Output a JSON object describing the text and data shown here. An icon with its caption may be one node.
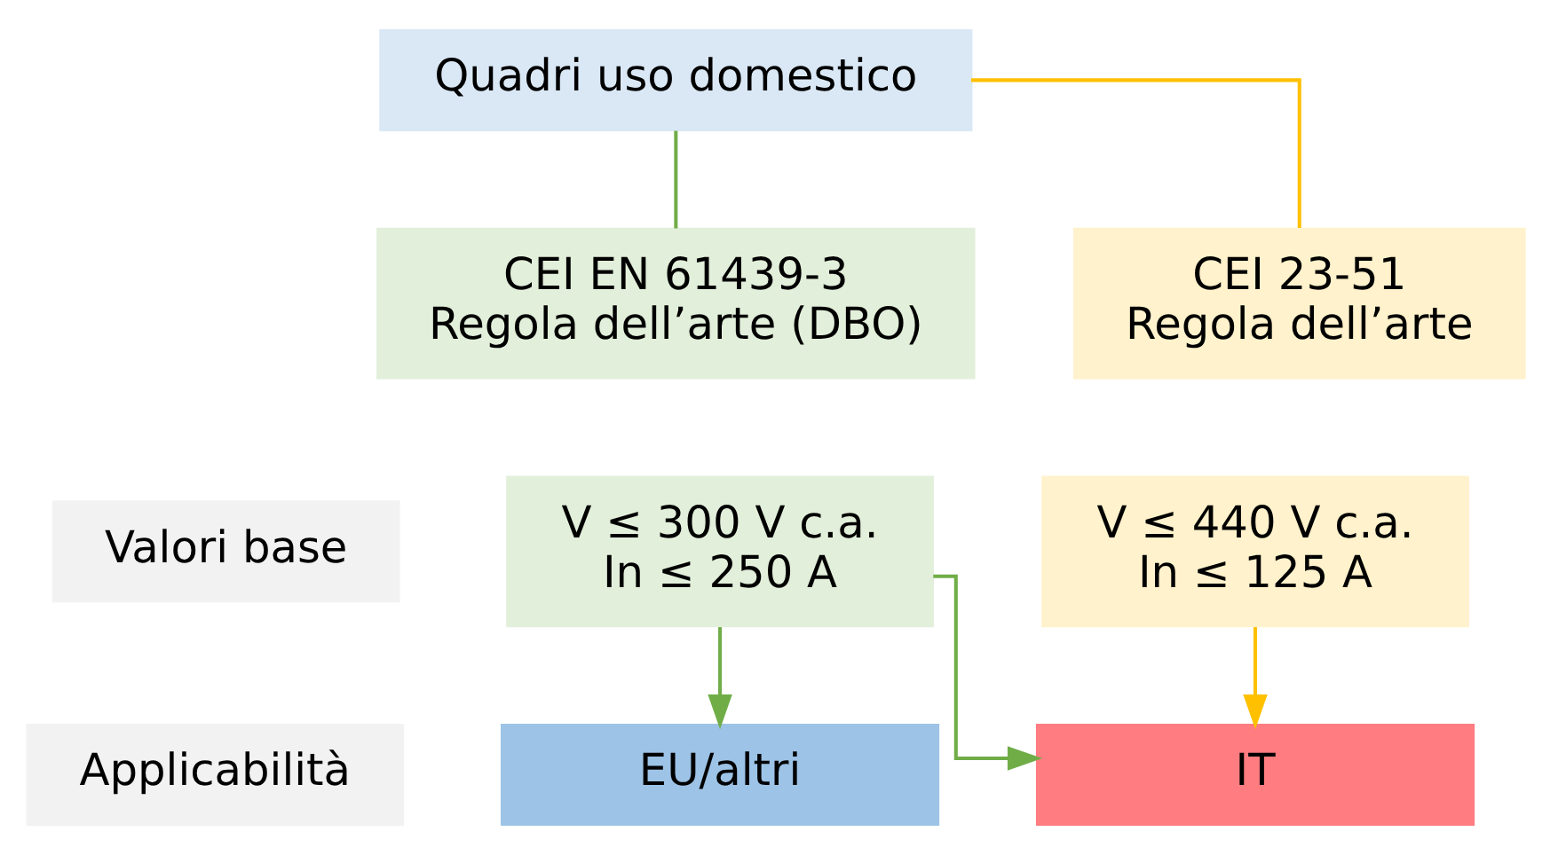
{
  "diagram": {
    "nodes": [
      {
        "text": [
          "Quadri uso domestico"
        ]
      },
      {
        "text": [
          "CEI EN 61439-3",
          "Regola dell’arte (DBO)"
        ]
      },
      {
        "text": [
          "CEI 23-51",
          "Regola dell’arte"
        ]
      },
      {
        "text": [
          "Valori base"
        ]
      },
      {
        "text": [
          "V ≤ 300 V c.a.",
          "In ≤ 250 A"
        ]
      },
      {
        "text": [
          "V ≤ 440 V c.a.",
          "In ≤ 125 A"
        ]
      },
      {
        "text": [
          "Applicabilità"
        ]
      },
      {
        "text": [
          "EU/altri"
        ]
      },
      {
        "text": [
          "IT"
        ]
      }
    ],
    "edges": [
      {
        "from": 0,
        "to": 1,
        "arrow": "none",
        "color": "#70ad47"
      },
      {
        "from": 0,
        "to": 2,
        "arrow": "none",
        "color": "#ffc000"
      },
      {
        "from": 4,
        "to": 7,
        "arrow": "to",
        "color": "#70ad47"
      },
      {
        "from": 4,
        "to": 8,
        "arrow": "to",
        "color": "#70ad47"
      },
      {
        "from": 5,
        "to": 8,
        "arrow": "to",
        "color": "#ffc000"
      }
    ]
  }
}
